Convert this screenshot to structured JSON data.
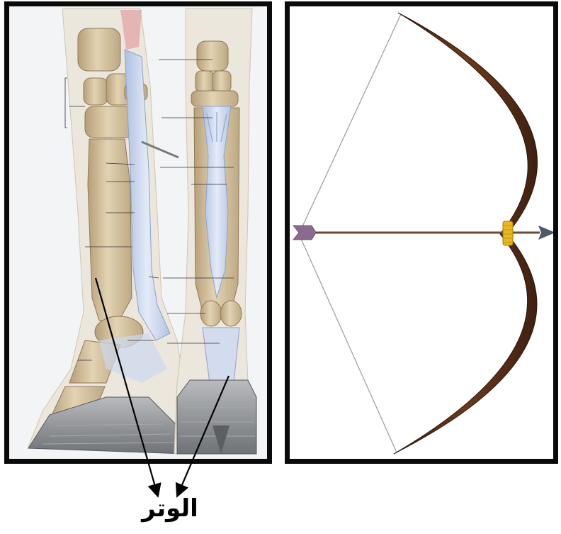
{
  "caption": "الوتر",
  "colors": {
    "frame": "#0a0a0a",
    "bone": "#d8c7a4",
    "bone_shadow": "#b79f78",
    "tendon": "#c9d6ee",
    "hoof": "#8f9296",
    "bow_wood": "#5a3118",
    "bow_grip": "#e8b81c",
    "arrow_head": "#4a5a68",
    "fletching": "#8a6a8e",
    "string": "#9a9a9a"
  },
  "icons": [
    "horse-leg-anatomy-illustration",
    "bow-and-arrow-illustration",
    "pointer-arrow-icon"
  ]
}
